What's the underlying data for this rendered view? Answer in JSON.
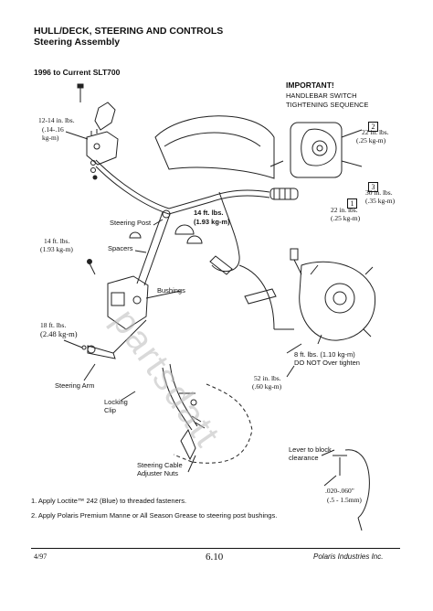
{
  "header": {
    "title": "HULL/DECK, STEERING AND CONTROLS",
    "subtitle": "Steering Assembly"
  },
  "model_range": "1996 to Current SLT700",
  "important": {
    "heading": "IMPORTANT!",
    "line1": "HANDLEBAR SWITCH",
    "line2": "TIGHTENING SEQUENCE",
    "seq2_num": "2",
    "seq2_a": "22 in. lbs.",
    "seq2_b": "(.25 kg-m)",
    "seq3_num": "3",
    "seq3_a": "30 in. lbs.",
    "seq3_b": "(.35 kg-m)",
    "seq1_num": "1",
    "seq1_a": "22 in. lbs.",
    "seq1_b": "(.25 kg-m)"
  },
  "labels": {
    "torque_a1": "12-14 in. lbs.",
    "torque_a2": "(.14-.16",
    "torque_a3": "kg-m)",
    "torque_b1": "14 ft. lbs.",
    "torque_b2": "(1.93 kg-m)",
    "steering_post": "Steering Post",
    "spacers": "Spacers",
    "torque_c1": "14 ft. lbs.",
    "torque_c2": "(1.93 kg-m)",
    "bushings": "Bushings",
    "torque_d1": "18 ft. lbs.",
    "torque_d2": "(2.48 kg-m)",
    "steering_arm": "Steering Arm",
    "locking_clip1": "Locking",
    "locking_clip2": "Clip",
    "torque_e1": "8 ft. lbs. (1.10 kg-m)",
    "torque_e2": "DO NOT Over tighten",
    "torque_f1": "52 in. lbs.",
    "torque_f2": "(.60 kg-m)",
    "cable_nuts1": "Steering Cable",
    "cable_nuts2": "Adjuster Nuts",
    "lever1": "Lever to block",
    "lever2": "clearance",
    "clearance1": ".020-.060\"",
    "clearance2": "(.5 - 1.5mm)",
    "watermark": "partsdatt"
  },
  "notes": {
    "note1": "1.  Apply Loctite™ 242 (Blue) to threaded fasteners.",
    "note2": "2. Apply Polaris Premium Manne or All Season Grease to steering post bushings."
  },
  "footer": {
    "date": "4/97",
    "page": "6.10",
    "company": "Polaris Industries Inc."
  }
}
